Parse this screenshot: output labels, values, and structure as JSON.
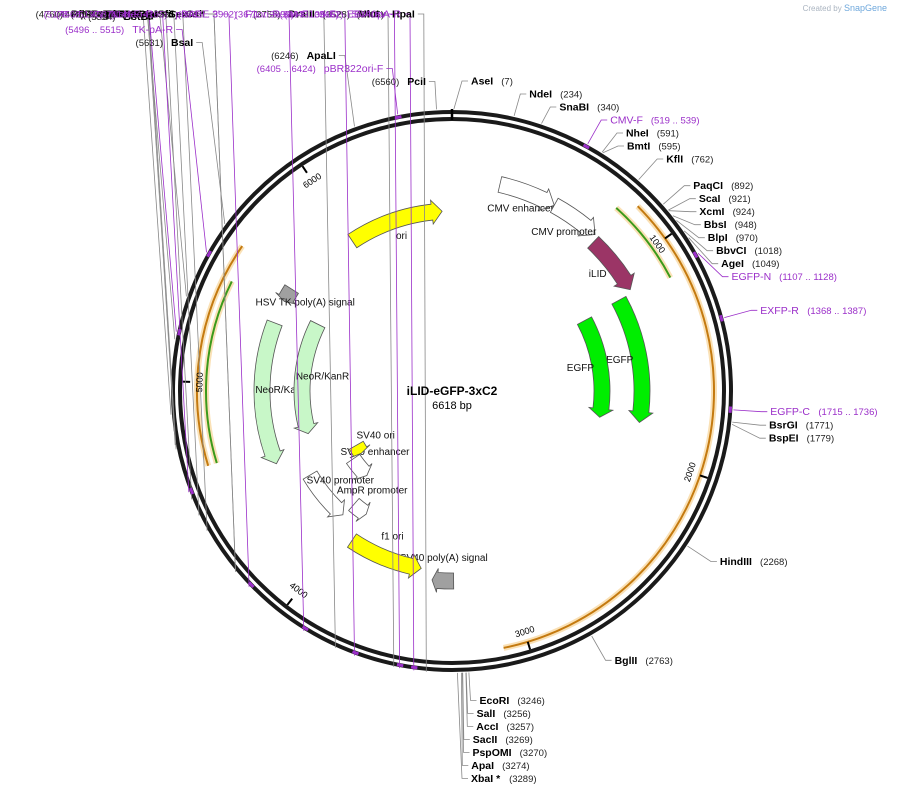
{
  "credit": {
    "prefix": "Created by",
    "brand": "SnapGene"
  },
  "plasmid": {
    "name": "iLID-eGFP-3xC2",
    "size": 6618,
    "size_label": "6618 bp"
  },
  "colors": {
    "backbone": "#1a1a1a",
    "primer": "#9b2fc9",
    "site": "#000000",
    "tick": "#777777",
    "leader": "#888888"
  },
  "scale_ticks": [
    {
      "pos": 1000,
      "label": "1000"
    },
    {
      "pos": 2000,
      "label": "2000"
    },
    {
      "pos": 3000,
      "label": "3000"
    },
    {
      "pos": 4000,
      "label": "4000"
    },
    {
      "pos": 5000,
      "label": "5000"
    },
    {
      "pos": 6000,
      "label": "6000"
    }
  ],
  "sites": [
    {
      "name": "PciI",
      "pos": 6560,
      "coord": "(6560)"
    },
    {
      "name": "AseI",
      "pos": 7,
      "coord": "(7)"
    },
    {
      "name": "NdeI",
      "pos": 234,
      "coord": "(234)"
    },
    {
      "name": "SnaBI",
      "pos": 340,
      "coord": "(340)"
    },
    {
      "name": "NheI",
      "pos": 591,
      "coord": "(591)"
    },
    {
      "name": "BmtI",
      "pos": 595,
      "coord": "(595)"
    },
    {
      "name": "KflI",
      "pos": 762,
      "coord": "(762)"
    },
    {
      "name": "PaqCI",
      "pos": 892,
      "coord": "(892)"
    },
    {
      "name": "ScaI",
      "pos": 921,
      "coord": "(921)"
    },
    {
      "name": "XcmI",
      "pos": 924,
      "coord": "(924)"
    },
    {
      "name": "BbsI",
      "pos": 948,
      "coord": "(948)"
    },
    {
      "name": "BlpI",
      "pos": 970,
      "coord": "(970)"
    },
    {
      "name": "BbvCI",
      "pos": 1018,
      "coord": "(1018)"
    },
    {
      "name": "AgeI",
      "pos": 1049,
      "coord": "(1049)"
    },
    {
      "name": "BsrGI",
      "pos": 1771,
      "coord": "(1771)"
    },
    {
      "name": "BspEI",
      "pos": 1779,
      "coord": "(1779)"
    },
    {
      "name": "HindIII",
      "pos": 2268,
      "coord": "(2268)"
    },
    {
      "name": "BglII",
      "pos": 2763,
      "coord": "(2763)"
    },
    {
      "name": "EcoRI",
      "pos": 3246,
      "coord": "(3246)"
    },
    {
      "name": "SalI",
      "pos": 3256,
      "coord": "(3256)"
    },
    {
      "name": "AccI",
      "pos": 3257,
      "coord": "(3257)"
    },
    {
      "name": "SacII",
      "pos": 3269,
      "coord": "(3269)"
    },
    {
      "name": "PspOMI",
      "pos": 3270,
      "coord": "(3270)"
    },
    {
      "name": "ApaI",
      "pos": 3274,
      "coord": "(3274)"
    },
    {
      "name": "XbaI *",
      "pos": 3289,
      "coord": "(3289)"
    },
    {
      "name": "HpaI",
      "pos": 3405,
      "coord": "(3405)"
    },
    {
      "name": "MluI",
      "pos": 3528,
      "coord": "(3528)"
    },
    {
      "name": "DraIII",
      "pos": 3758,
      "coord": "(3758)"
    },
    {
      "name": "CsiI",
      "pos": 4231,
      "coord": "(4231)"
    },
    {
      "name": "- SexAI *",
      "pos": 4231,
      "coord": ""
    },
    {
      "name": "SfiI",
      "pos": 4417,
      "coord": "(4417)"
    },
    {
      "name": "BspDI * - ClaI *",
      "pos": 4482,
      "coord": "(4482)"
    },
    {
      "name": "EagI",
      "pos": 4548,
      "coord": "(4548)"
    },
    {
      "name": "FspI",
      "pos": 4744,
      "coord": "(4744)"
    },
    {
      "name": "PflFI - Tth111I",
      "pos": 4760,
      "coord": "(4760)"
    },
    {
      "name": "BsrDI",
      "pos": 4875,
      "coord": "(4875)"
    },
    {
      "name": "RsrII",
      "pos": 5158,
      "coord": "(5158)"
    },
    {
      "name": "BstBI",
      "pos": 5324,
      "coord": "(5324)"
    },
    {
      "name": "BsaI",
      "pos": 5631,
      "coord": "(5631)"
    },
    {
      "name": "ApaLI",
      "pos": 6246,
      "coord": "(6246)"
    }
  ],
  "primers": [
    {
      "name": "CMV-F",
      "range": "(519 .. 539)",
      "pos": 529
    },
    {
      "name": "EGFP-N",
      "range": "(1107 .. 1128)",
      "pos": 1117
    },
    {
      "name": "EXFP-R",
      "range": "(1368 .. 1387)",
      "pos": 1377
    },
    {
      "name": "EGFP-C",
      "range": "(1715 .. 1736)",
      "pos": 1725
    },
    {
      "name": "SV40pA-R",
      "range": "(3443 .. 3462)",
      "pos": 3452
    },
    {
      "name": "EBV-rev",
      "range": "(3497 .. 3516)",
      "pos": 3506
    },
    {
      "name": "F1ori-F",
      "range": "(3671 .. 3692)",
      "pos": 3681
    },
    {
      "name": "F1ori-R",
      "range": "(3883 .. 3902)",
      "pos": 3892
    },
    {
      "name": "pBABE 3'",
      "range": "(4145 .. 4165)",
      "pos": 4155
    },
    {
      "name": "Neo-R",
      "range": "(4568 .. 4587)",
      "pos": 4577
    },
    {
      "name": "Neo-F",
      "range": "(5178 .. 5197)",
      "pos": 5187
    },
    {
      "name": "TK-pA-R",
      "range": "(5496 .. 5515)",
      "pos": 5505
    },
    {
      "name": "pBR322ori-F",
      "range": "(6405 .. 6424)",
      "pos": 6414
    }
  ],
  "features": [
    {
      "name": "CMV enhancer",
      "start": 240,
      "end": 530,
      "color": "#ffffff"
    },
    {
      "name": "CMV promoter",
      "start": 530,
      "end": 780,
      "color": "#ffffff"
    },
    {
      "name": "iLID",
      "start": 800,
      "end": 1110,
      "color": "#9b3566"
    },
    {
      "name": "EGFP",
      "start": 1130,
      "end": 1830,
      "color": "#00ee00"
    },
    {
      "name": "EGFP",
      "start": 1140,
      "end": 1840,
      "color": "#00ee00"
    },
    {
      "name": "SV40 poly(A) signal",
      "start": 3300,
      "end": 3420,
      "color": "#a0a0a0"
    },
    {
      "name": "f1 ori",
      "start": 3490,
      "end": 3930,
      "color": "#ffff00"
    },
    {
      "name": "AmpR promoter",
      "start": 3950,
      "end": 4060,
      "color": "#ffffff"
    },
    {
      "name": "SV40 promoter",
      "start": 4070,
      "end": 4400,
      "color": "#ffffff"
    },
    {
      "name": "SV40 enhancer",
      "start": 4140,
      "end": 4330,
      "color": "#ffffff"
    },
    {
      "name": "SV40 ori",
      "start": 4330,
      "end": 4420,
      "color": "#ffff00"
    },
    {
      "name": "NeoR/KanR",
      "start": 4550,
      "end": 5350,
      "color": "#c8f7c8"
    },
    {
      "name": "NeoR/KanR",
      "start": 4660,
      "end": 5450,
      "color": "#c8f7c8"
    },
    {
      "name": "HSV TK poly(A) signal",
      "start": 5480,
      "end": 5560,
      "color": "#a0a0a0"
    },
    {
      "name": "ori",
      "start": 6000,
      "end": 6560,
      "color": "#ffff00"
    }
  ],
  "orf_arcs": [
    {
      "start": 770,
      "end": 1150,
      "color": "#3b9a1a"
    },
    {
      "start": 830,
      "end": 3100,
      "color": "#c47a10"
    },
    {
      "start": 4650,
      "end": 5450,
      "color": "#3b9a1a"
    },
    {
      "start": 4650,
      "end": 5600,
      "color": "#c47a10"
    }
  ]
}
